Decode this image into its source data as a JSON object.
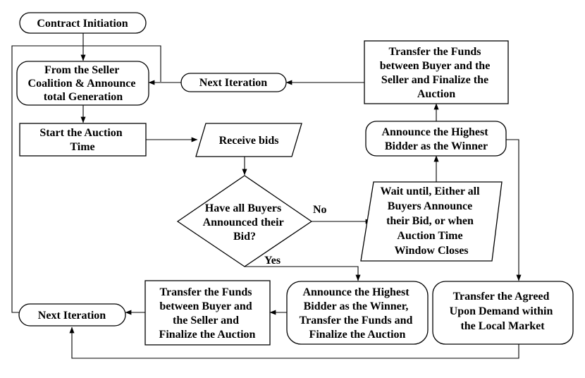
{
  "nodes": {
    "contract_initiation": {
      "lines": [
        "Contract Initiation"
      ]
    },
    "seller_coalition": {
      "lines": [
        "From the Seller",
        "Coalition & Announce",
        "total Generation"
      ]
    },
    "next_iteration_top": {
      "lines": [
        "Next Iteration"
      ]
    },
    "transfer_funds_top": {
      "lines": [
        "Transfer the Funds",
        "between Buyer and the",
        "Seller and Finalize the",
        "Auction"
      ]
    },
    "start_auction": {
      "lines": [
        "Start the Auction",
        "Time"
      ]
    },
    "receive_bids": {
      "lines": [
        "Receive bids"
      ]
    },
    "announce_winner_top": {
      "lines": [
        "Announce the Highest",
        "Bidder as the Winner"
      ]
    },
    "buyers_decision": {
      "lines": [
        "Have all Buyers",
        "Announced their",
        "Bid?"
      ]
    },
    "wait_until": {
      "lines": [
        "Wait until, Either all",
        "Buyers Announce",
        "their Bid, or when",
        "Auction Time",
        "Window Closes"
      ]
    },
    "transfer_funds_bottom": {
      "lines": [
        "Transfer the Funds",
        "between Buyer and",
        "the Seller and",
        "Finalize the Auction"
      ]
    },
    "announce_winner_bottom": {
      "lines": [
        "Announce the Highest",
        "Bidder as the Winner,",
        "Transfer the Funds and",
        "Finalize the Auction"
      ]
    },
    "transfer_demand": {
      "lines": [
        "Transfer the Agreed",
        "Upon Demand within",
        "the Local Market"
      ]
    },
    "next_iteration_bottom": {
      "lines": [
        "Next Iteration"
      ]
    }
  },
  "edge_labels": {
    "no": "No",
    "yes": "Yes"
  }
}
